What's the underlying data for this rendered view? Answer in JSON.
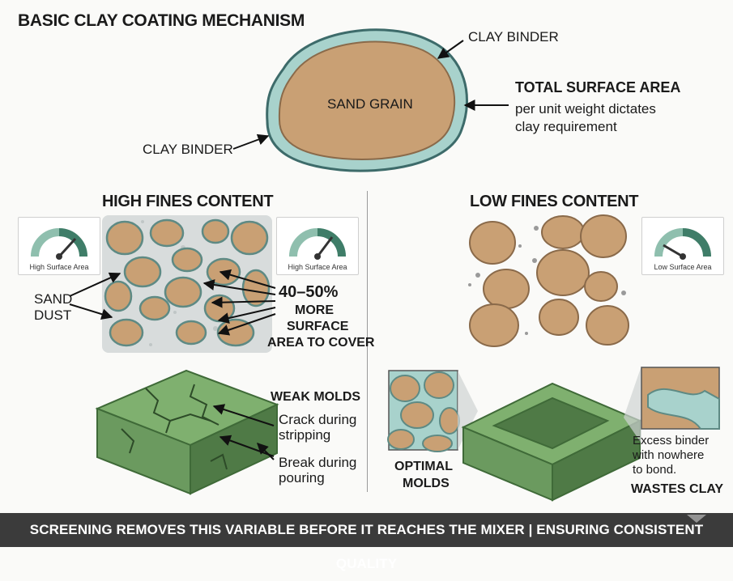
{
  "title": "BASIC CLAY COATING MECHANISM",
  "mechanism": {
    "grain_label": "SAND GRAIN",
    "binder_top": "CLAY BINDER",
    "binder_left": "CLAY BINDER",
    "surface_heading": "TOTAL SURFACE AREA",
    "surface_line1": "per unit weight dictates",
    "surface_line2": "clay requirement"
  },
  "high": {
    "heading": "HIGH FINES CONTENT",
    "gauge_left": "High Surface Area",
    "gauge_right": "High Surface Area",
    "sand": "SAND",
    "dust": "DUST",
    "pct": "40–50%",
    "more": "MORE",
    "surface": "SURFACE",
    "cover": "AREA TO COVER",
    "weak": "WEAK MOLDS",
    "crack1": "Crack during",
    "crack2": "stripping",
    "break1": "Break during",
    "break2": "pouring"
  },
  "low": {
    "heading": "LOW FINES CONTENT",
    "gauge": "Low Surface Area",
    "optimal1": "OPTIMAL",
    "optimal2": "MOLDS",
    "excess1": "Excess binder",
    "excess2": "with nowhere",
    "excess3": "to bond.",
    "wastes": "WASTES CLAY"
  },
  "banner": "SCREENING REMOVES THIS VARIABLE BEFORE IT REACHES THE MIXER | ENSURING CONSISTENT QUALITY",
  "colors": {
    "grain": "#c9a074",
    "grain_edge": "#8a6a4a",
    "binder": "#a8d2cc",
    "binder_edge": "#3d6b6a",
    "mold": "#6b9a5f",
    "mold_dark": "#4f7a46",
    "banner": "#3b3b3b"
  }
}
